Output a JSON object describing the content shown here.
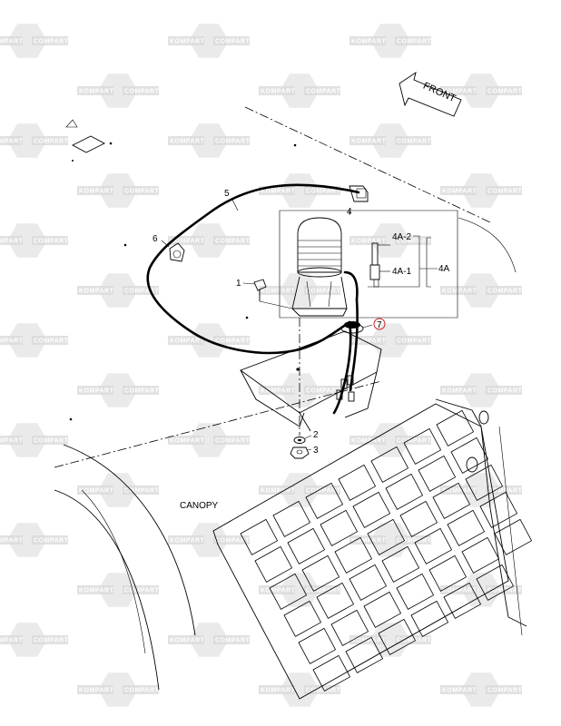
{
  "watermark": {
    "brand_a": "KOMPART",
    "brand_b": "COMPART"
  },
  "labels": {
    "front": "FRONT",
    "canopy": "CANOPY",
    "p1": "1",
    "p2": "2",
    "p3": "3",
    "p4": "4",
    "p4a": "4A",
    "p4a1": "4A-1",
    "p4a2": "4A-2",
    "p5": "5",
    "p6": "6",
    "p7": "7"
  },
  "colors": {
    "line": "#000000",
    "watermark_shape": "#d9d9d9",
    "highlight_circle": "#cc2222"
  }
}
